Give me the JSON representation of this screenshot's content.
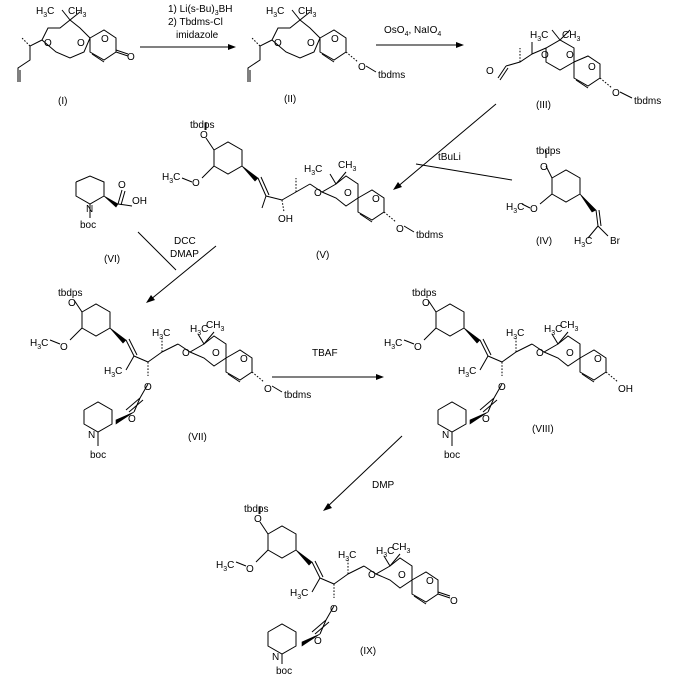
{
  "scheme": {
    "compounds": [
      "(I)",
      "(II)",
      "(III)",
      "(IV)",
      "(V)",
      "(VI)",
      "(VII)",
      "(VIII)",
      "(IX)"
    ],
    "reagents": {
      "step1_line1": "1) Li(s-Bu)",
      "step1_sub1": "3",
      "step1_line1b": "BH",
      "step1_line2": "2) Tbdms-Cl",
      "step1_line3": "imidazole",
      "step2_a": "OsO",
      "step2_sub_a": "4",
      "step2_b": ", NaIO",
      "step2_sub_b": "4",
      "step3": "tBuLi",
      "step4_line1": "DCC",
      "step4_line2": "DMAP",
      "step5": "TBAF",
      "step6": "DMP"
    },
    "atoms": {
      "O": "O",
      "OH": "OH",
      "N": "N",
      "H3C": "H",
      "H3C_sub": "3",
      "H3C_c": "C",
      "CH3": "CH",
      "CH3_sub": "3",
      "Br": "Br",
      "tbdms": "tbdms",
      "tbdps": "tbdps",
      "boc": "boc"
    }
  }
}
